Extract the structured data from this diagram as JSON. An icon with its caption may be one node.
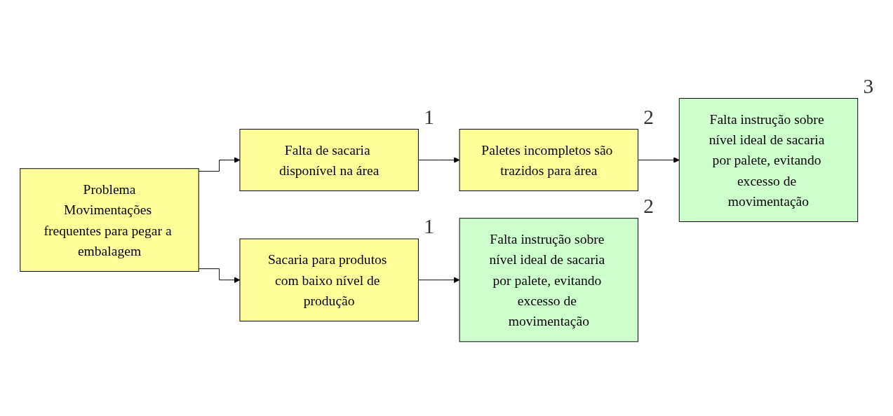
{
  "diagram": {
    "nodes": [
      {
        "text": [
          "Problema",
          "Movimentações frequentes para pegar a embalagem"
        ]
      },
      {
        "text": [
          "Falta de sacaria disponível na área"
        ],
        "beside": [
          "1"
        ]
      },
      {
        "text": [
          "Paletes incompletos são trazidos para área"
        ],
        "beside": [
          "2"
        ]
      },
      {
        "text": [
          "Falta instrução sobre nível ideal de sacaria por palete, evitando excesso de movimentação"
        ],
        "beside": [
          "3"
        ]
      },
      {
        "text": [
          "Sacaria para produtos com baixo nível de produção"
        ],
        "beside": [
          "1"
        ]
      },
      {
        "text": [
          "Falta instrução sobre nível ideal de sacaria por palete, evitando excesso de movimentação"
        ],
        "beside": [
          "2"
        ]
      }
    ],
    "edges": [
      {
        "from": 0,
        "to": 1,
        "arrow": "to"
      },
      {
        "from": 0,
        "to": 4,
        "arrow": "to"
      },
      {
        "from": 1,
        "to": 2,
        "arrow": "to"
      },
      {
        "from": 2,
        "to": 3,
        "arrow": "to"
      },
      {
        "from": 4,
        "to": 5,
        "arrow": "to"
      }
    ]
  }
}
